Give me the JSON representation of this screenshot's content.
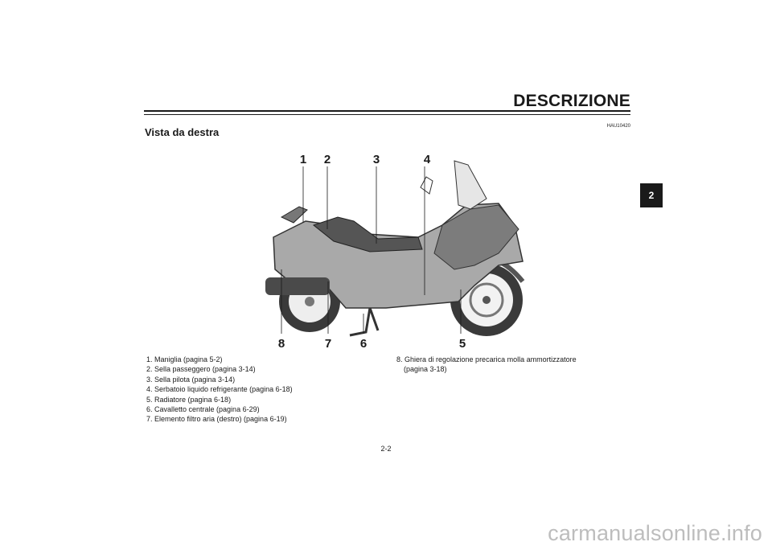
{
  "header": {
    "section_title": "DESCRIZIONE",
    "code": "HAU10420",
    "chapter_tab": "2"
  },
  "subtitle": "Vista da destra",
  "callouts": [
    "1",
    "2",
    "3",
    "4",
    "5",
    "6",
    "7",
    "8"
  ],
  "legend": {
    "left": [
      "1. Maniglia (pagina 5-2)",
      "2. Sella passeggero (pagina 3-14)",
      "3. Sella pilota (pagina 3-14)",
      "4. Serbatoio liquido refrigerante (pagina 6-18)",
      "5. Radiatore (pagina 6-18)",
      "6. Cavalletto centrale (pagina 6-29)",
      "7. Elemento filtro aria (destro) (pagina 6-19)"
    ],
    "right": [
      "8. Ghiera di regolazione precarica molla ammortizzatore",
      "(pagina 3-18)"
    ]
  },
  "footer": {
    "page_number": "2-2",
    "watermark": "carmanualsonline.info"
  }
}
